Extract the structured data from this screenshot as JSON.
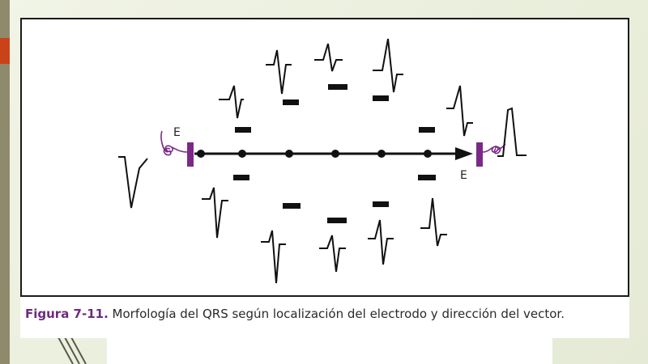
{
  "figure": {
    "caption_label": "Figura 7-11.",
    "caption_text": " Morfología del QRS según localización del electrodo y dirección del vector."
  },
  "diagram": {
    "electrode_left_label": "E",
    "electrode_right_label": "E"
  },
  "colors": {
    "electrode": "#7a2a86",
    "caption_label": "#6f2a7e",
    "slide_accent": "#c9421a"
  }
}
